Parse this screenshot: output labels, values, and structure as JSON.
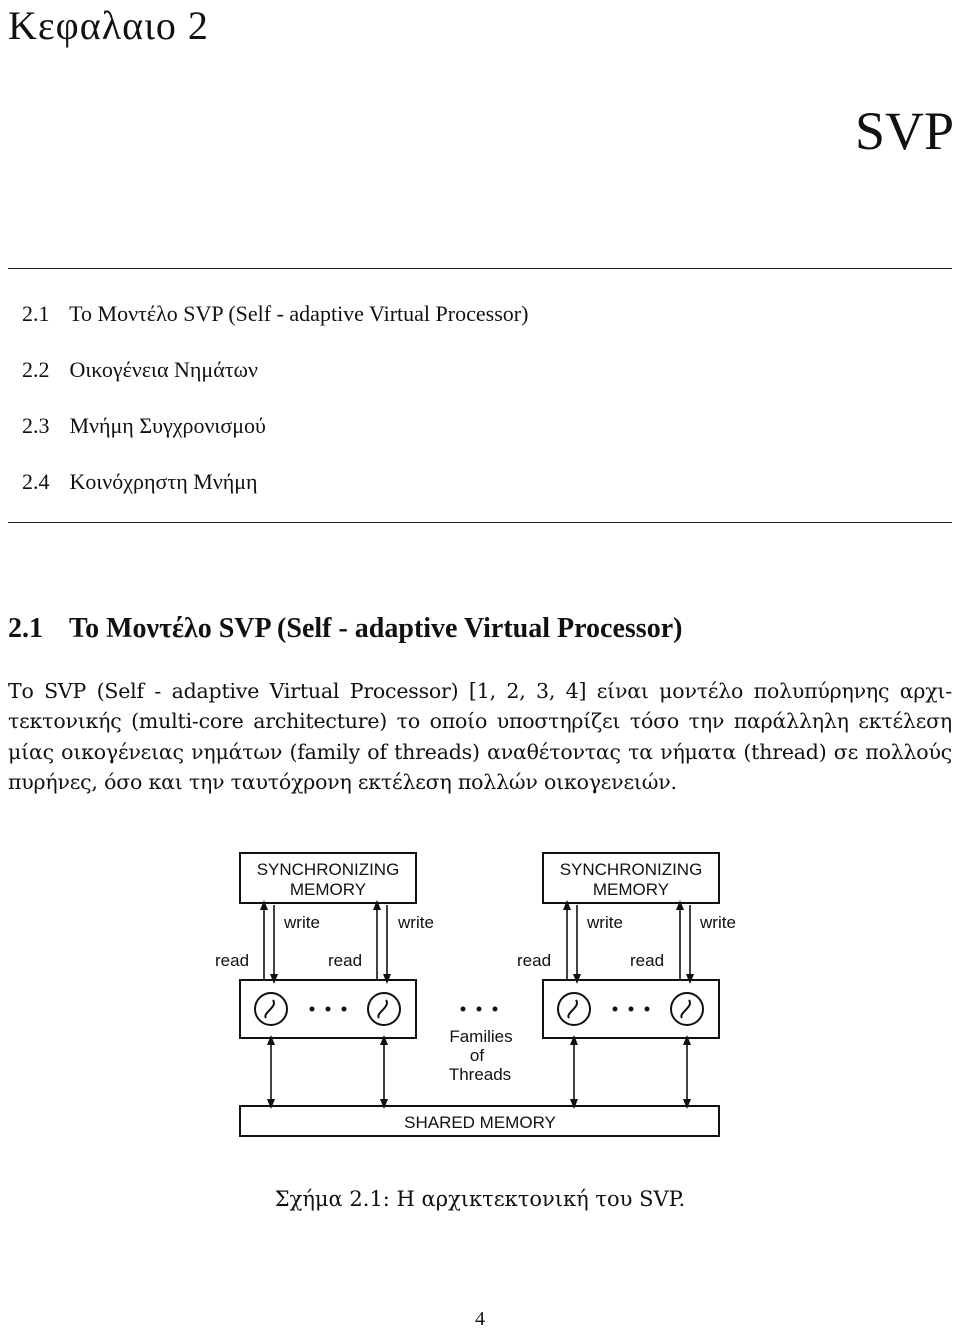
{
  "chapter": {
    "label": "Κεφαλαιο 2",
    "title": "SVP"
  },
  "toc": [
    {
      "num": "2.1",
      "title": "Το Μοντέλο SVP (Self - adaptive Virtual Processor)"
    },
    {
      "num": "2.2",
      "title": "Οικογένεια Νημάτων"
    },
    {
      "num": "2.3",
      "title": "Μνήμη Συγχρονισμού"
    },
    {
      "num": "2.4",
      "title": "Κοινόχρηστη Μνήμη"
    }
  ],
  "section": {
    "num": "2.1",
    "title": "Το Μοντέλο SVP (Self - adaptive Virtual Processor)"
  },
  "paragraph_lines": [
    "Το SVP (Self - adaptive Virtual Processor) [1, 2, 3, 4] είναι μοντέλο πολυπύρηνης αρχι-",
    "τεκτονικής (multi-core architecture) το οποίο υποστηρίζει τόσο την παράλληλη εκτέλεση",
    "μίας οικογένειας νημάτων (family of threads) αναθέτοντας τα νήματα (thread) σε πολλούς",
    "πυρήνες, όσο και την ταυτόχρονη εκτέλεση πολλών οικογενειών."
  ],
  "figure": {
    "sync_memory_left": [
      "SYNCHRONIZING",
      "MEMORY"
    ],
    "sync_memory_right": [
      "SYNCHRONIZING",
      "MEMORY"
    ],
    "write_label": "write",
    "read_label": "read",
    "families_label": [
      "Families",
      "of",
      "Threads"
    ],
    "shared_memory": "SHARED MEMORY",
    "thread_icon": "tilde-circle-icon"
  },
  "caption": "Σχήμα 2.1: Η αρχικτεκτονική του SVP.",
  "page_number": "4"
}
